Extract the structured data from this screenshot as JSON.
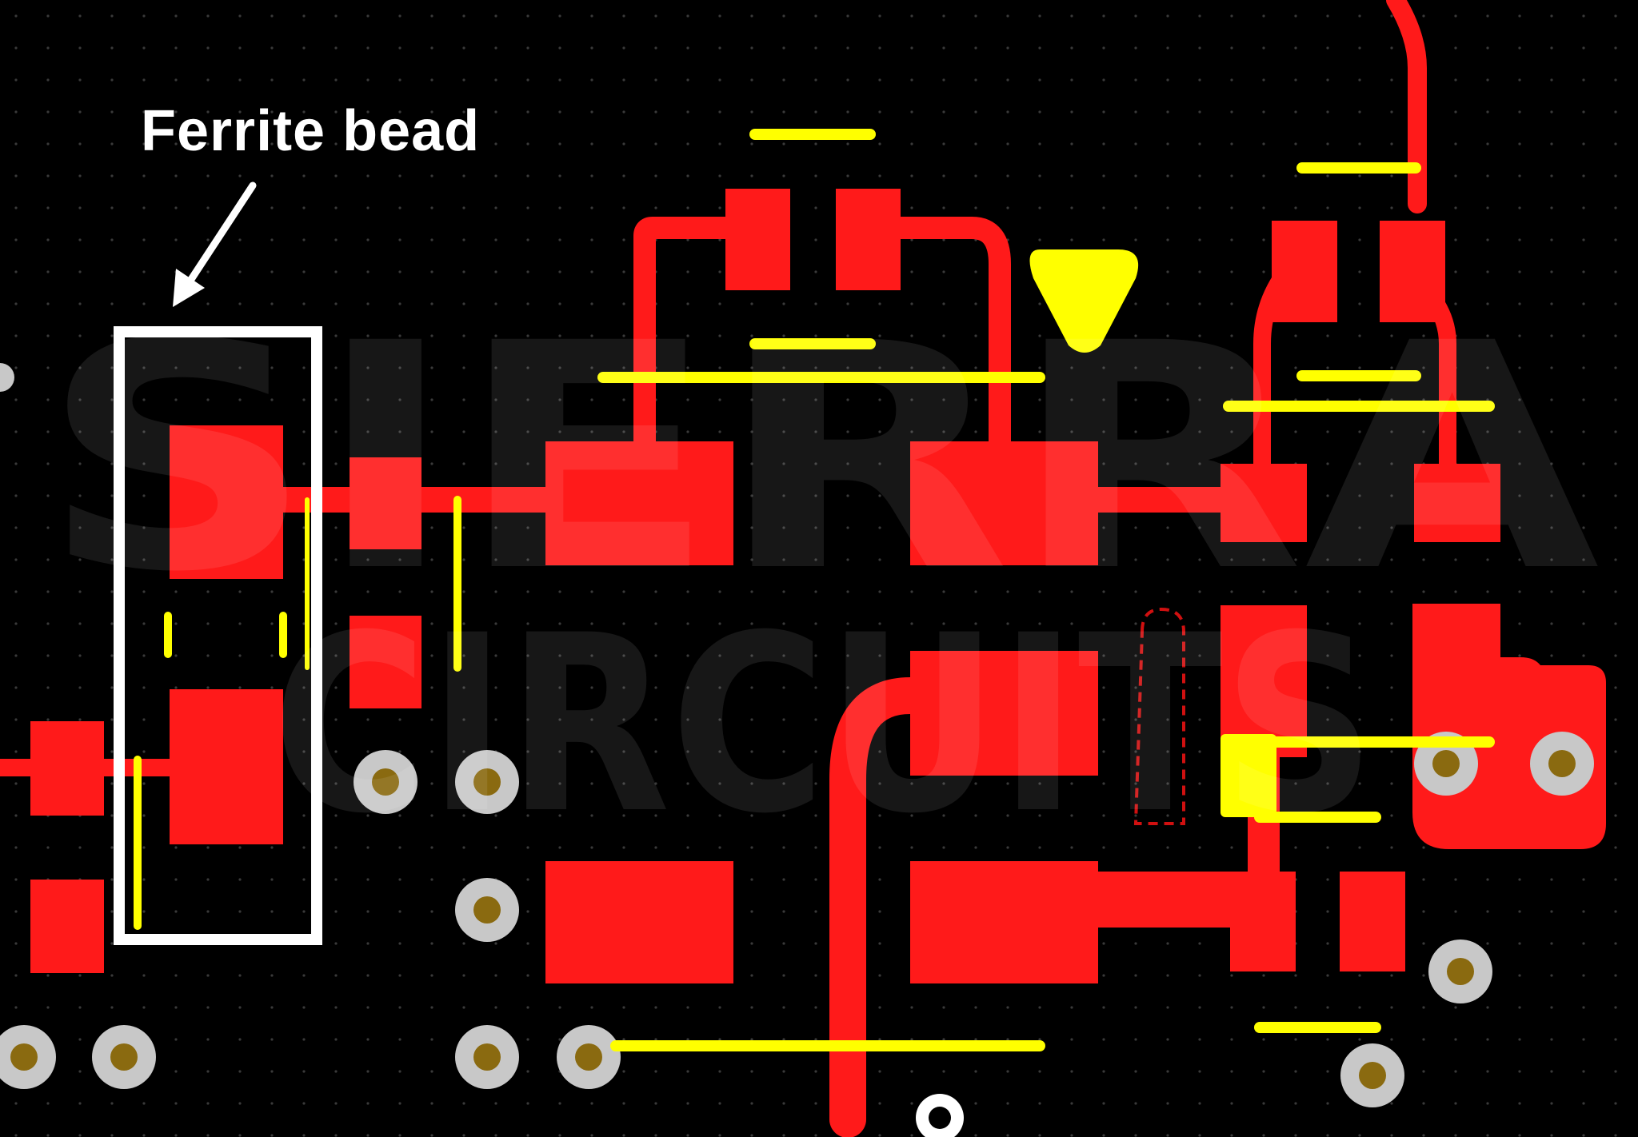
{
  "callout": {
    "label": "Ferrite bead"
  },
  "watermark": {
    "line1": "SIERRA",
    "line2": "CIRCUITS"
  },
  "colors": {
    "background": "#000000",
    "copper": "#ff1a1a",
    "silkscreen": "#ffff00",
    "via_ring": "#c8c8c8",
    "via_hole": "#8a6a10",
    "highlight_box": "#ffffff"
  },
  "icons": [
    "arrow-icon"
  ]
}
